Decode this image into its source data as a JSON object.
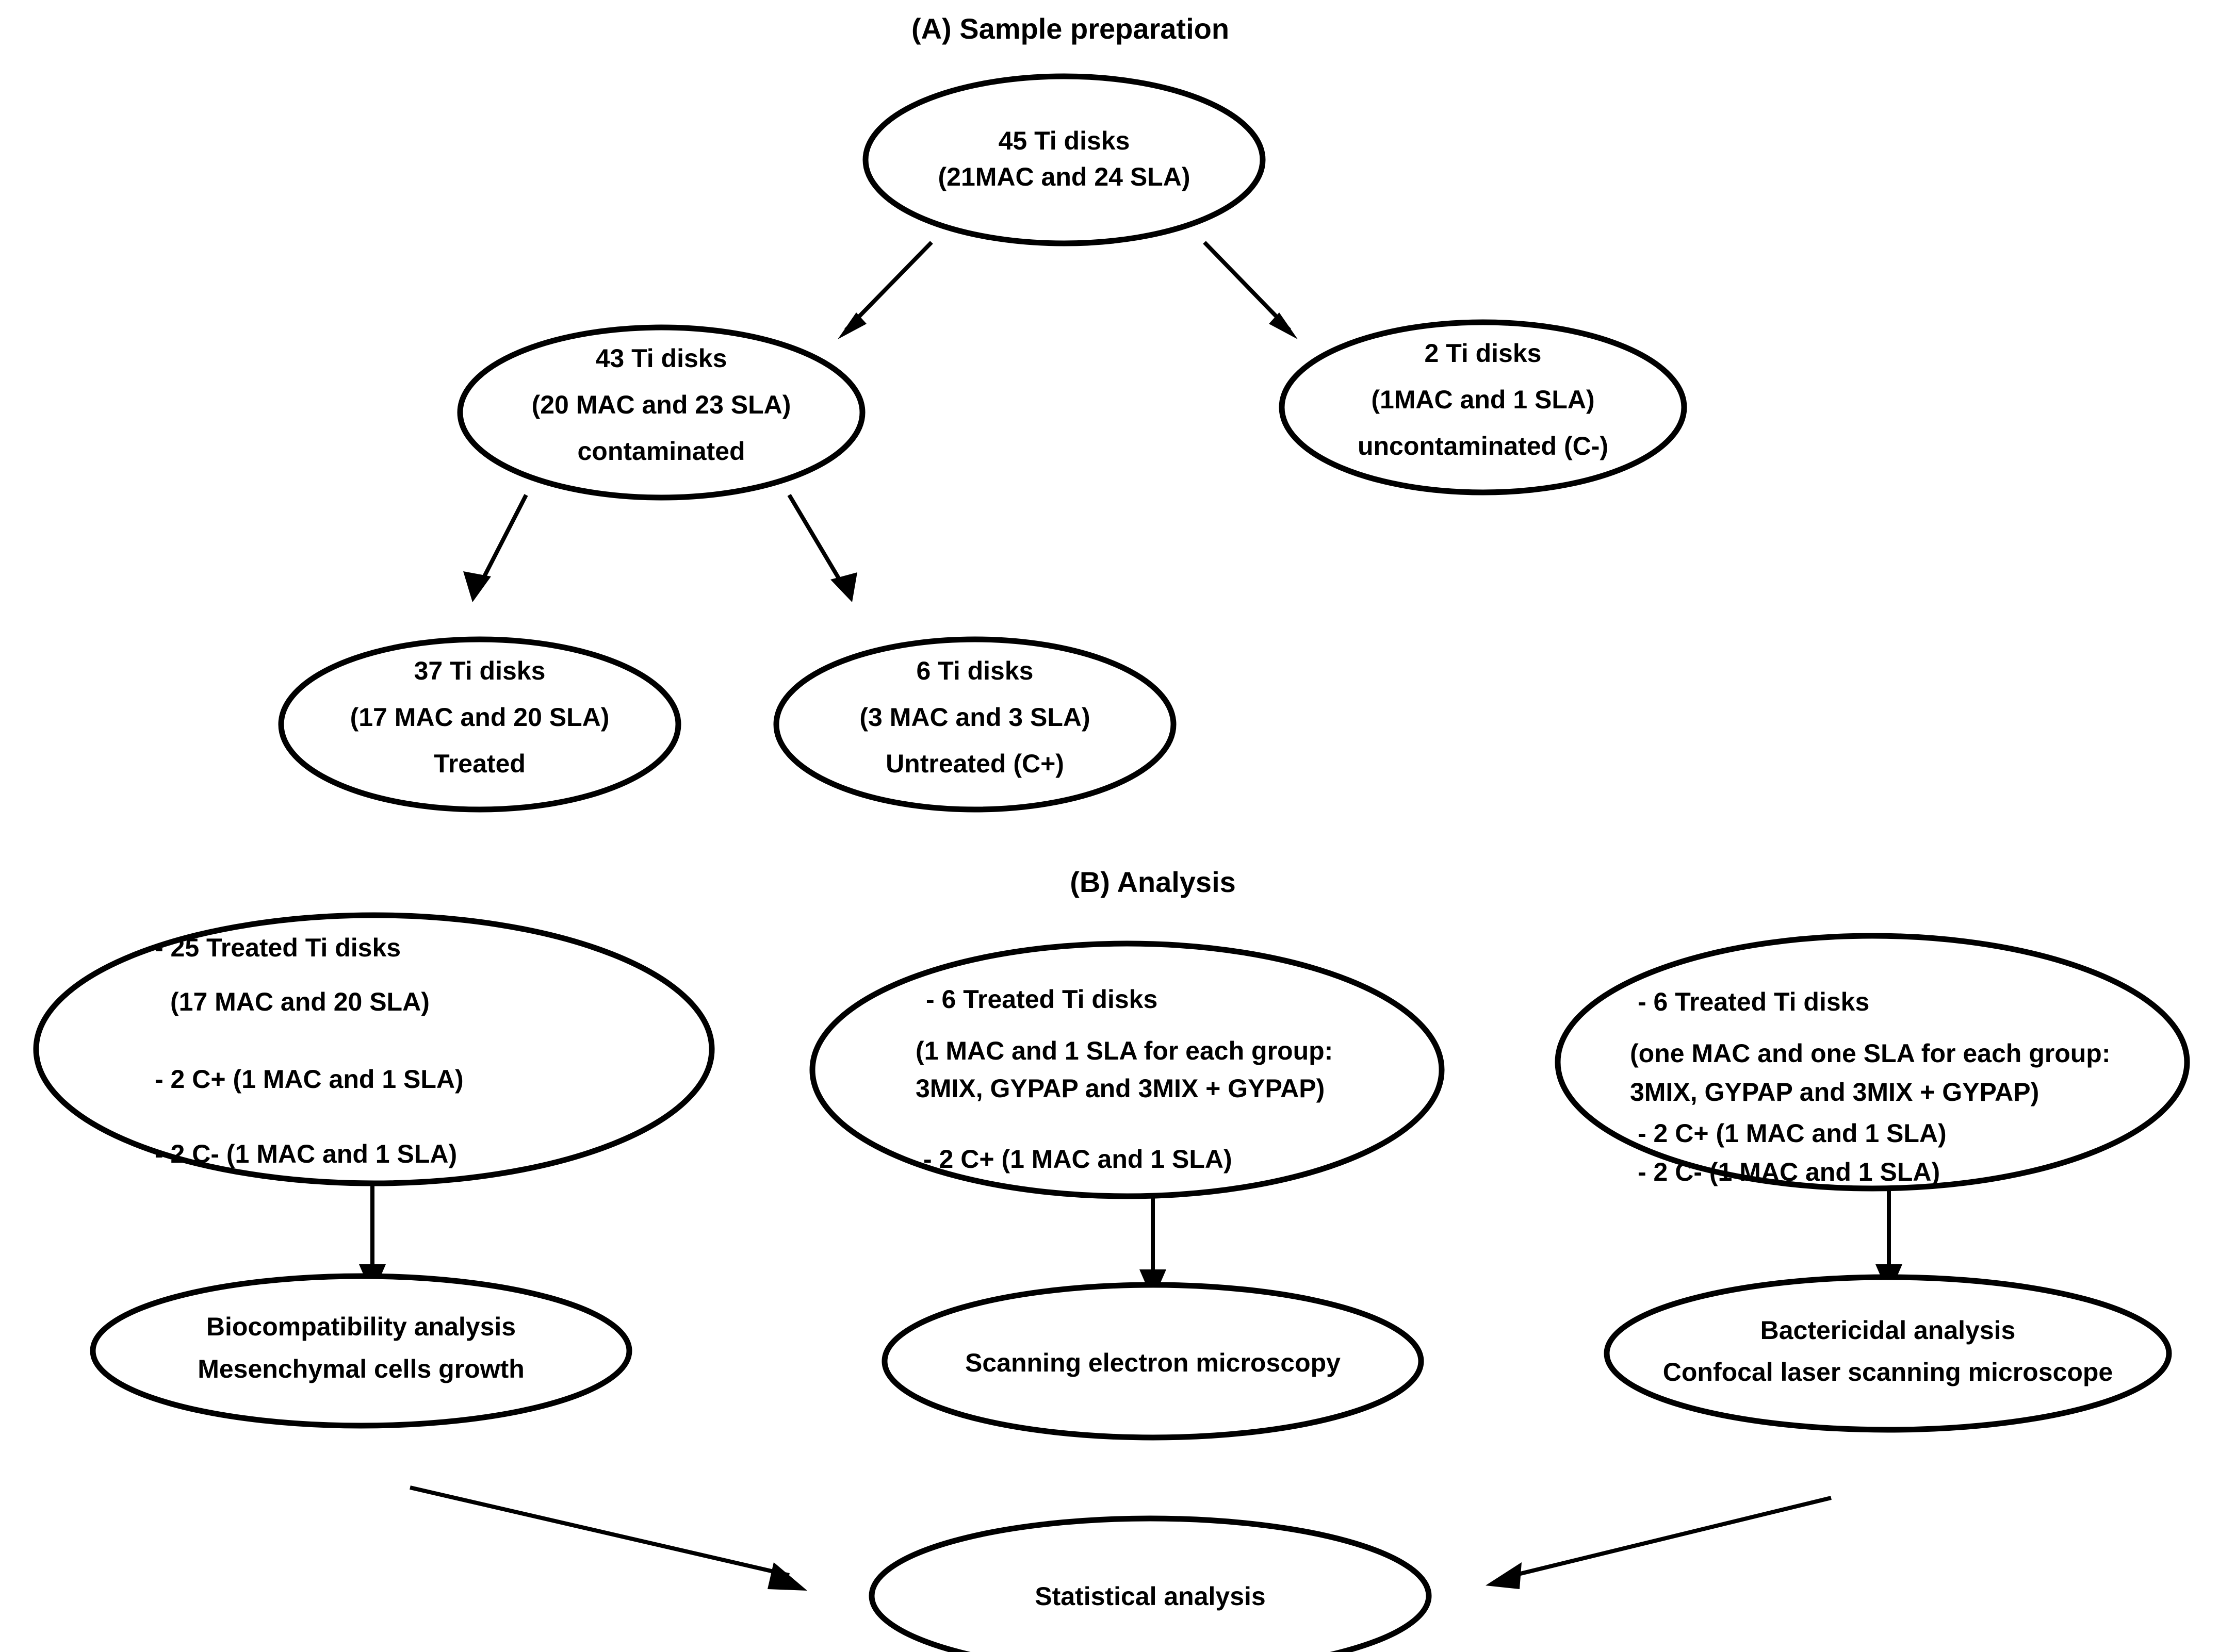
{
  "figure": {
    "background_color": "#ffffff",
    "line_color": "#000000",
    "text_color": "#000000"
  },
  "sections": {
    "a_title": "(A) Sample preparation",
    "b_title": "(B) Analysis"
  },
  "nodes": {
    "total_disks": {
      "lines": [
        "45 Ti disks",
        "(21MAC and 24 SLA)"
      ]
    },
    "contaminated": {
      "lines": [
        "43 Ti disks",
        "(20 MAC and 23 SLA)",
        "contaminated"
      ]
    },
    "uncontaminated": {
      "lines": [
        "2 Ti disks",
        "(1MAC and 1 SLA)",
        "uncontaminated (C-)"
      ]
    },
    "treated": {
      "lines": [
        "37 Ti disks",
        "(17 MAC and 20 SLA)",
        "Treated"
      ]
    },
    "untreated": {
      "lines": [
        "6 Ti disks",
        "(3 MAC and 3 SLA)",
        "Untreated (C+)"
      ]
    },
    "group_biocompat": {
      "lines": [
        "- 25 Treated Ti disks",
        "(17 MAC and 20 SLA)",
        "",
        "- 2 C+ (1 MAC and 1 SLA)",
        "",
        "- 2 C- (1 MAC and 1 SLA)"
      ]
    },
    "group_sem": {
      "lines": [
        "- 6  Treated Ti disks",
        "(1 MAC and 1 SLA for each group:",
        "3MIX, GYPAP and 3MIX + GYPAP)",
        "",
        "- 2 C+ (1 MAC and 1 SLA)"
      ]
    },
    "group_bactericidal": {
      "lines": [
        "- 6 Treated Ti disks",
        "(one MAC and one SLA for each group:",
        "3MIX, GYPAP and 3MIX + GYPAP)",
        "- 2 C+ (1 MAC and 1 SLA)",
        "- 2 C- (1 MAC and 1 SLA)"
      ]
    },
    "biocompatibility": {
      "lines": [
        "Biocompatibility analysis",
        "Mesenchymal cells growth"
      ]
    },
    "sem": {
      "lines": [
        "Scanning electron microscopy"
      ]
    },
    "bactericidal": {
      "lines": [
        "Bactericidal analysis",
        "Confocal laser scanning microscope"
      ]
    },
    "statistical": {
      "lines": [
        "Statistical analysis"
      ]
    }
  }
}
